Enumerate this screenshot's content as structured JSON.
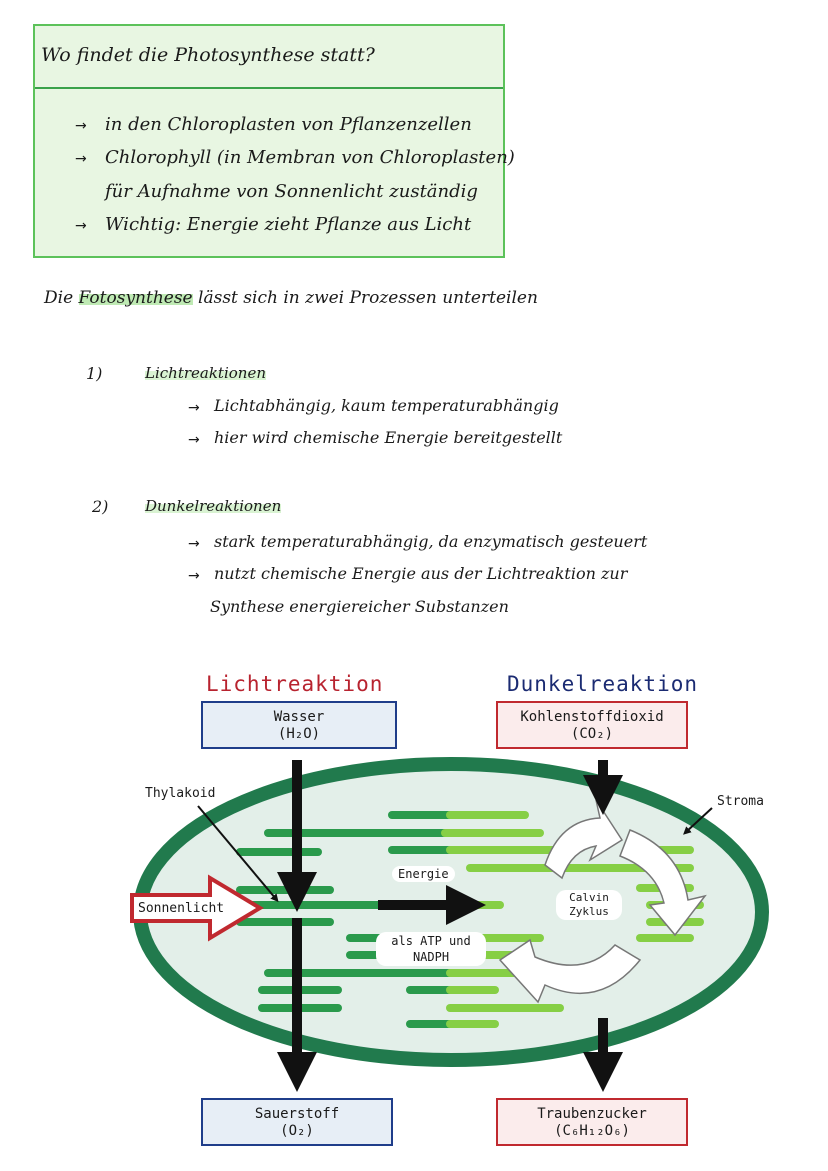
{
  "summary": {
    "title": "Wo findet die Photosynthese statt?",
    "bullets": [
      "in den Chloroplasten von Pflanzenzellen",
      "Chlorophyll (in Membran von Chloroplasten)",
      "für Aufnahme von Sonnenlicht zuständig",
      "Wichtig: Energie zieht Pflanze aus Licht"
    ]
  },
  "intro": {
    "before": "Die",
    "highlight": "Fotosynthese",
    "after": "lässt sich in zwei Prozessen unterteilen"
  },
  "processes": [
    {
      "number": "1)",
      "title": "Lichtreaktionen",
      "points": [
        "Lichtabhängig, kaum temperaturabhängig",
        "hier wird chemische Energie bereitgestellt"
      ]
    },
    {
      "number": "2)",
      "title": "Dunkelreaktionen",
      "points": [
        "stark temperaturabhängig, da enzymatisch gesteuert",
        "nutzt chemische Energie aus der Lichtreaktion zur",
        "Synthese energiereicher Substanzen"
      ]
    }
  ],
  "diagram": {
    "light_heading": "Lichtreaktion",
    "dark_heading": "Dunkelreaktion",
    "water": {
      "name": "Wasser",
      "formula": "(H₂O)"
    },
    "co2": {
      "name": "Kohlenstoffdioxid",
      "formula": "(CO₂)"
    },
    "oxygen": {
      "name": "Sauerstoff",
      "formula": "(O₂)"
    },
    "glucose": {
      "name": "Traubenzucker",
      "formula": "(C₆H₁₂O₆)"
    },
    "thylakoid_label": "Thylakoid",
    "stroma_label": "Stroma",
    "sunlight_label": "Sonnenlicht",
    "energy_label": "Energie",
    "atp_label": "als ATP und NADPH",
    "calvin_label": "Calvin Zyklus",
    "colors": {
      "chloroplast_outline": "#217a4d",
      "chloroplast_fill": "#e3efe9",
      "thylakoid_dark": "#2a9a4c",
      "thylakoid_light": "#86cf45",
      "light_red": "#b8232f",
      "dark_blue": "#1b2b72"
    }
  }
}
